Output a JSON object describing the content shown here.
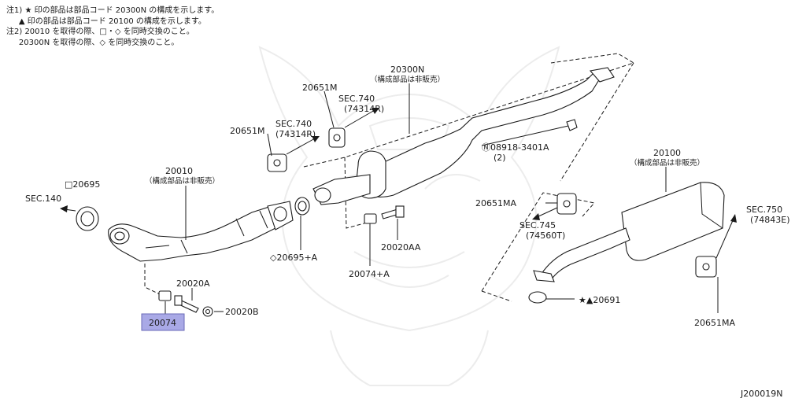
{
  "notes": [
    "注1) ★ 印の部品は部品コード 20300N の構成を示します。",
    "     ▲ 印の部品は部品コード 20100 の構成を示します。",
    "注2) 20010 を取得の際、□・◇ を同時交換のこと。",
    "     20300N を取得の際、◇ を同時交換のこと。"
  ],
  "labels": {
    "p20300N": "20300N",
    "p20300N_sub": "（構成部品は非販売）",
    "p20651M_top": "20651M",
    "sec740_top": "SEC.740",
    "sec740_top_sub": "(74314R)",
    "sec740_mid": "SEC.740",
    "sec740_mid_sub": "(74314R)",
    "p20651M_mid": "20651M",
    "p08918": "Ⓝ08918-3401A",
    "p08918_qty": "(2)",
    "p20010": "20010",
    "p20010_sub": "（構成部品は非販売）",
    "p20695": "□20695",
    "sec140": "SEC.140",
    "p20695A": "◇20695+A",
    "p20020AA": "20020AA",
    "p20074A": "20074+A",
    "p20020A": "20020A",
    "p20074": "20074",
    "p20020B": "20020B",
    "p20100": "20100",
    "p20100_sub": "（構成部品は非販売）",
    "p20651MA_mid": "20651MA",
    "sec745": "SEC.745",
    "sec745_sub": "(74560T)",
    "sec750": "SEC.750",
    "sec750_sub": "(74843E)",
    "p20691": "★▲20691",
    "p20651MA_right": "20651MA",
    "diagram_id": "J200019N"
  },
  "colors": {
    "highlight": "#a9a9e6",
    "highlight_border": "#6a6ab8",
    "line": "#1a1a1a",
    "watermark": "#ececec"
  }
}
